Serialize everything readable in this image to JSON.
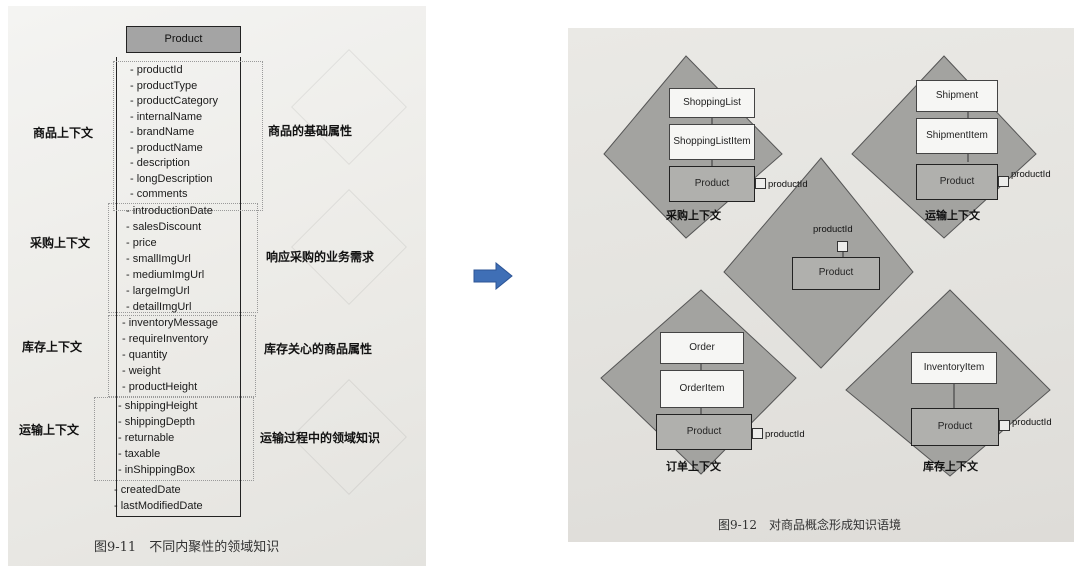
{
  "left": {
    "entity_title": "Product",
    "context_labels": [
      "商品上下文",
      "采购上下文",
      "库存上下文",
      "运输上下文"
    ],
    "descriptions": [
      "商品的基础属性",
      "响应采购的业务需求",
      "库存关心的商品属性",
      "运输过程中的领域知识"
    ],
    "attributes": [
      "- productId",
      "- productType",
      "- productCategory",
      "- internalName",
      "- brandName",
      "- productName",
      "- description",
      "- longDescription",
      "- comments",
      "- introductionDate",
      "- salesDiscount",
      "- price",
      "- smallImgUrl",
      "- mediumImgUrl",
      "- largeImgUrl",
      "- detailImgUrl",
      "- inventoryMessage",
      "- requireInventory",
      "- quantity",
      "- weight",
      "- productHeight",
      "- shippingHeight",
      "- shippingDepth",
      "- returnable",
      "- taxable",
      "- inShippingBox",
      "- createdDate",
      "- lastModifiedDate"
    ],
    "caption": "图9-11　不同内聚性的领域知识"
  },
  "right": {
    "purchase": {
      "boxes": [
        "ShoppingList",
        "ShoppingListItem",
        "Product"
      ],
      "link": "productId",
      "label": "采购上下文"
    },
    "shipping": {
      "boxes": [
        "Shipment",
        "ShipmentItem",
        "Product"
      ],
      "link": "productId",
      "label": "运输上下文"
    },
    "center": {
      "box": "Product",
      "link": "productId"
    },
    "order": {
      "boxes": [
        "Order",
        "OrderItem",
        "Product"
      ],
      "link": "productId",
      "label": "订单上下文"
    },
    "inventory": {
      "boxes": [
        "InventoryItem",
        "Product"
      ],
      "link": "productId",
      "label": "库存上下文"
    },
    "caption": "图9-12　对商品概念形成知识语境"
  },
  "colors": {
    "arrow": "#3f6fb6",
    "diamond": "#a3a3a0",
    "entity_header": "#a4a4a4"
  },
  "icons": {
    "arrow": "right-arrow-icon"
  }
}
